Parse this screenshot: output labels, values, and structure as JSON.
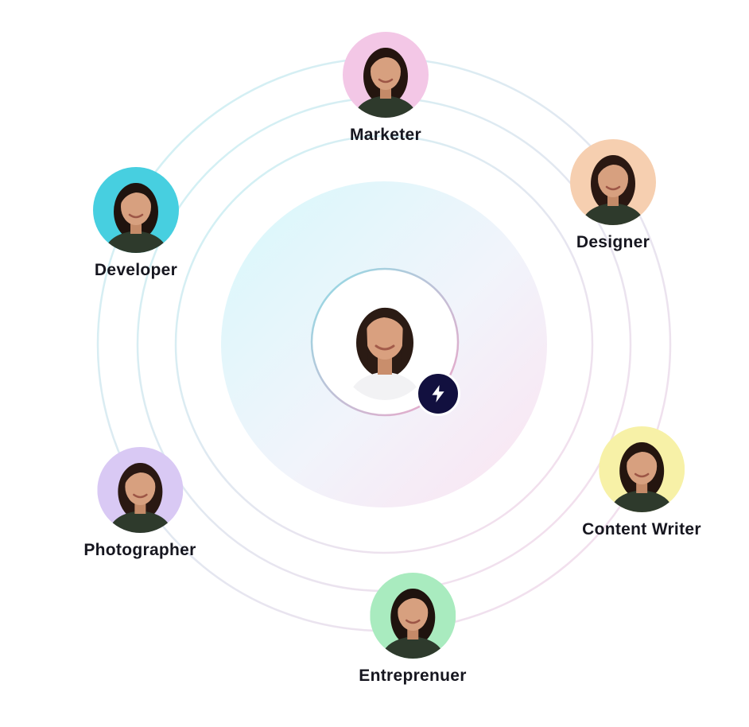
{
  "hub": {
    "center_avatar_icon": "person-avatar",
    "badge_icon": "lightning-bolt-icon",
    "badge_color": "#12103f",
    "ring_colors": [
      "#c9f1f4",
      "#f7d9ea"
    ]
  },
  "roles": [
    {
      "id": "marketer",
      "label": "Marketer",
      "bg": "#f3c7e6"
    },
    {
      "id": "designer",
      "label": "Designer",
      "bg": "#f6cfb0"
    },
    {
      "id": "developer",
      "label": "Developer",
      "bg": "#47cfe0"
    },
    {
      "id": "content-writer",
      "label": "Content Writer",
      "bg": "#f7f1a7"
    },
    {
      "id": "photographer",
      "label": "Photographer",
      "bg": "#d9c9f4"
    },
    {
      "id": "entreprenuer",
      "label": "Entreprenuer",
      "bg": "#a9ebbf"
    }
  ]
}
